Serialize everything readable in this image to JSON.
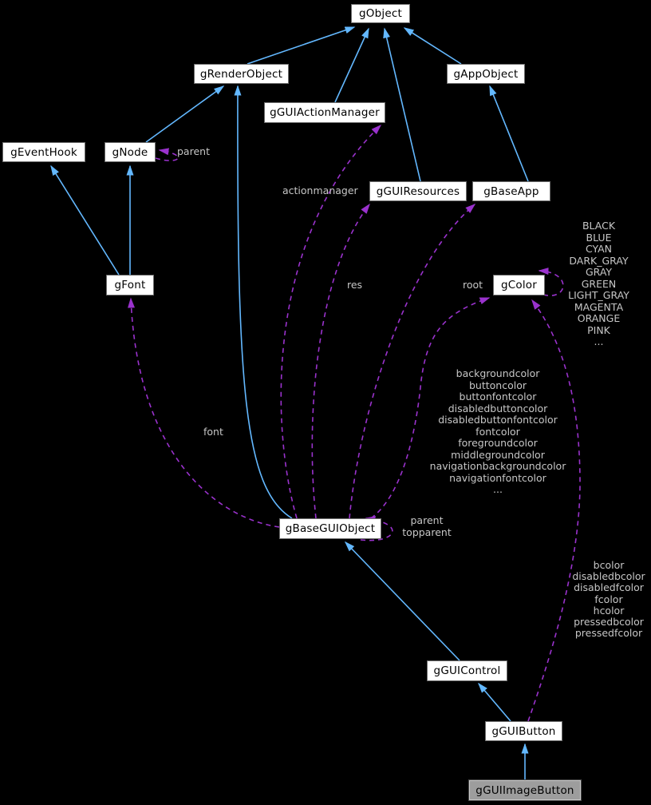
{
  "diagram_type": "collaboration-graph",
  "highlighted_node": "gGUIImageButton",
  "colors": {
    "background": "#000000",
    "node_fill": "#ffffff",
    "node_border": "#6e6e6e",
    "node_text": "#000000",
    "highlight_node_fill": "#9d9d9d",
    "inheritance_edge": "#63b8ff",
    "usage_edge": "#9a32cd",
    "edge_label_text": "#c6c6c6"
  },
  "nodes": [
    {
      "id": "gObject",
      "label": "gObject"
    },
    {
      "id": "gRenderObject",
      "label": "gRenderObject"
    },
    {
      "id": "gAppObject",
      "label": "gAppObject"
    },
    {
      "id": "gGUIActionManager",
      "label": "gGUIActionManager"
    },
    {
      "id": "gGUIResources",
      "label": "gGUIResources"
    },
    {
      "id": "gBaseApp",
      "label": "gBaseApp"
    },
    {
      "id": "gEventHook",
      "label": "gEventHook"
    },
    {
      "id": "gNode",
      "label": "gNode"
    },
    {
      "id": "gFont",
      "label": "gFont"
    },
    {
      "id": "gColor",
      "label": "gColor"
    },
    {
      "id": "gBaseGUIObject",
      "label": "gBaseGUIObject"
    },
    {
      "id": "gGUIControl",
      "label": "gGUIControl"
    },
    {
      "id": "gGUIButton",
      "label": "gGUIButton"
    },
    {
      "id": "gGUIImageButton",
      "label": "gGUIImageButton"
    }
  ],
  "edges": [
    {
      "from": "gRenderObject",
      "to": "gObject",
      "type": "inheritance"
    },
    {
      "from": "gGUIActionManager",
      "to": "gObject",
      "type": "inheritance"
    },
    {
      "from": "gGUIResources",
      "to": "gObject",
      "type": "inheritance"
    },
    {
      "from": "gAppObject",
      "to": "gObject",
      "type": "inheritance"
    },
    {
      "from": "gBaseApp",
      "to": "gAppObject",
      "type": "inheritance"
    },
    {
      "from": "gNode",
      "to": "gRenderObject",
      "type": "inheritance"
    },
    {
      "from": "gFont",
      "to": "gEventHook",
      "type": "inheritance"
    },
    {
      "from": "gFont",
      "to": "gNode",
      "type": "inheritance"
    },
    {
      "from": "gBaseGUIObject",
      "to": "gRenderObject",
      "type": "inheritance"
    },
    {
      "from": "gGUIControl",
      "to": "gBaseGUIObject",
      "type": "inheritance"
    },
    {
      "from": "gGUIButton",
      "to": "gGUIControl",
      "type": "inheritance"
    },
    {
      "from": "gGUIImageButton",
      "to": "gGUIButton",
      "type": "inheritance"
    },
    {
      "from": "gNode",
      "to": "gNode",
      "type": "usage",
      "label": "parent"
    },
    {
      "from": "gBaseGUIObject",
      "to": "gGUIActionManager",
      "type": "usage",
      "label": "actionmanager"
    },
    {
      "from": "gBaseGUIObject",
      "to": "gGUIResources",
      "type": "usage",
      "label": "res"
    },
    {
      "from": "gBaseGUIObject",
      "to": "gBaseApp",
      "type": "usage",
      "label": "root"
    },
    {
      "from": "gBaseGUIObject",
      "to": "gFont",
      "type": "usage",
      "label": "font"
    },
    {
      "from": "gBaseGUIObject",
      "to": "gColor",
      "type": "usage",
      "label": [
        "backgroundcolor",
        "buttoncolor",
        "buttonfontcolor",
        "disabledbuttoncolor",
        "disabledbuttonfontcolor",
        "fontcolor",
        "foregroundcolor",
        "middlegroundcolor",
        "navigationbackgroundcolor",
        "navigationfontcolor",
        "..."
      ]
    },
    {
      "from": "gColor",
      "to": "gColor",
      "type": "usage",
      "label": [
        "BLACK",
        "BLUE",
        "CYAN",
        "DARK_GRAY",
        "GRAY",
        "GREEN",
        "LIGHT_GRAY",
        "MAGENTA",
        "ORANGE",
        "PINK",
        "..."
      ]
    },
    {
      "from": "gBaseGUIObject",
      "to": "gBaseGUIObject",
      "type": "usage",
      "label": [
        "parent",
        "topparent"
      ]
    },
    {
      "from": "gGUIButton",
      "to": "gColor",
      "type": "usage",
      "label": [
        "bcolor",
        "disabledbcolor",
        "disabledfcolor",
        "fcolor",
        "hcolor",
        "pressedbcolor",
        "pressedfcolor"
      ]
    }
  ]
}
